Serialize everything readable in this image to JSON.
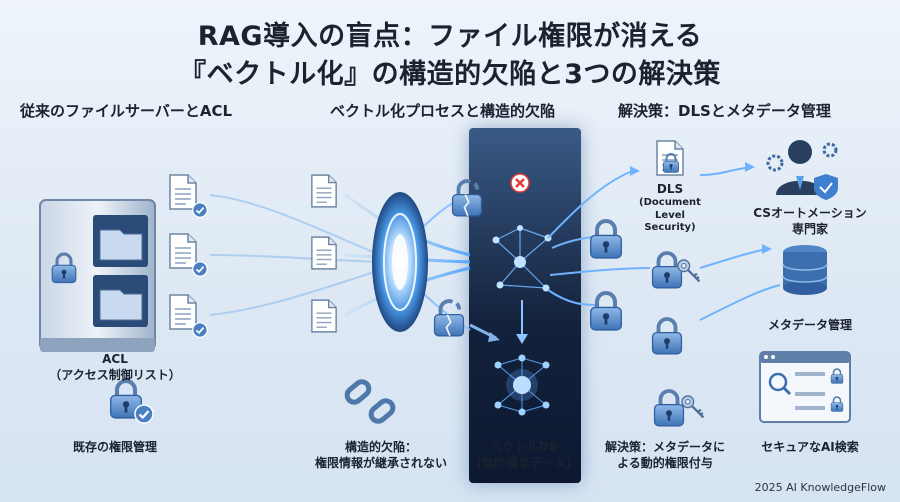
{
  "title": {
    "line1": "RAG導入の盲点：ファイル権限が消える",
    "line2": "『ベクトル化』の構造的欠陥と3つの解決策"
  },
  "columns": {
    "left": "従来のファイルサーバーとACL",
    "middle": "ベクトル化プロセスと構造的欠陥",
    "right": "解決策：DLSとメタデータ管理"
  },
  "left": {
    "acl_line1": "ACL",
    "acl_line2": "（アクセス制御リスト）",
    "existing": "既存の権限管理"
  },
  "middle": {
    "defect_line1": "構造的欠陥：",
    "defect_line2": "権限情報が継承されない",
    "vdb_line1": "ベクトルDB",
    "vdb_line2": "(無防備なデータ)"
  },
  "right": {
    "dls_title": "DLS",
    "dls_sub1": "(Document Level",
    "dls_sub2": "Security)",
    "expert_line1": "CSオートメーション",
    "expert_line2": "専門家",
    "metadata": "メタデータ管理",
    "solution_line1": "解決策：メタデータに",
    "solution_line2": "よる動的権限付与",
    "search": "セキュアなAI検索"
  },
  "footer": "2025 AI KnowledgeFlow",
  "colors": {
    "accent": "#3b7fd0",
    "dark_panel": "#13223c",
    "error": "#e23b3b",
    "lock": "#4f86c6"
  }
}
